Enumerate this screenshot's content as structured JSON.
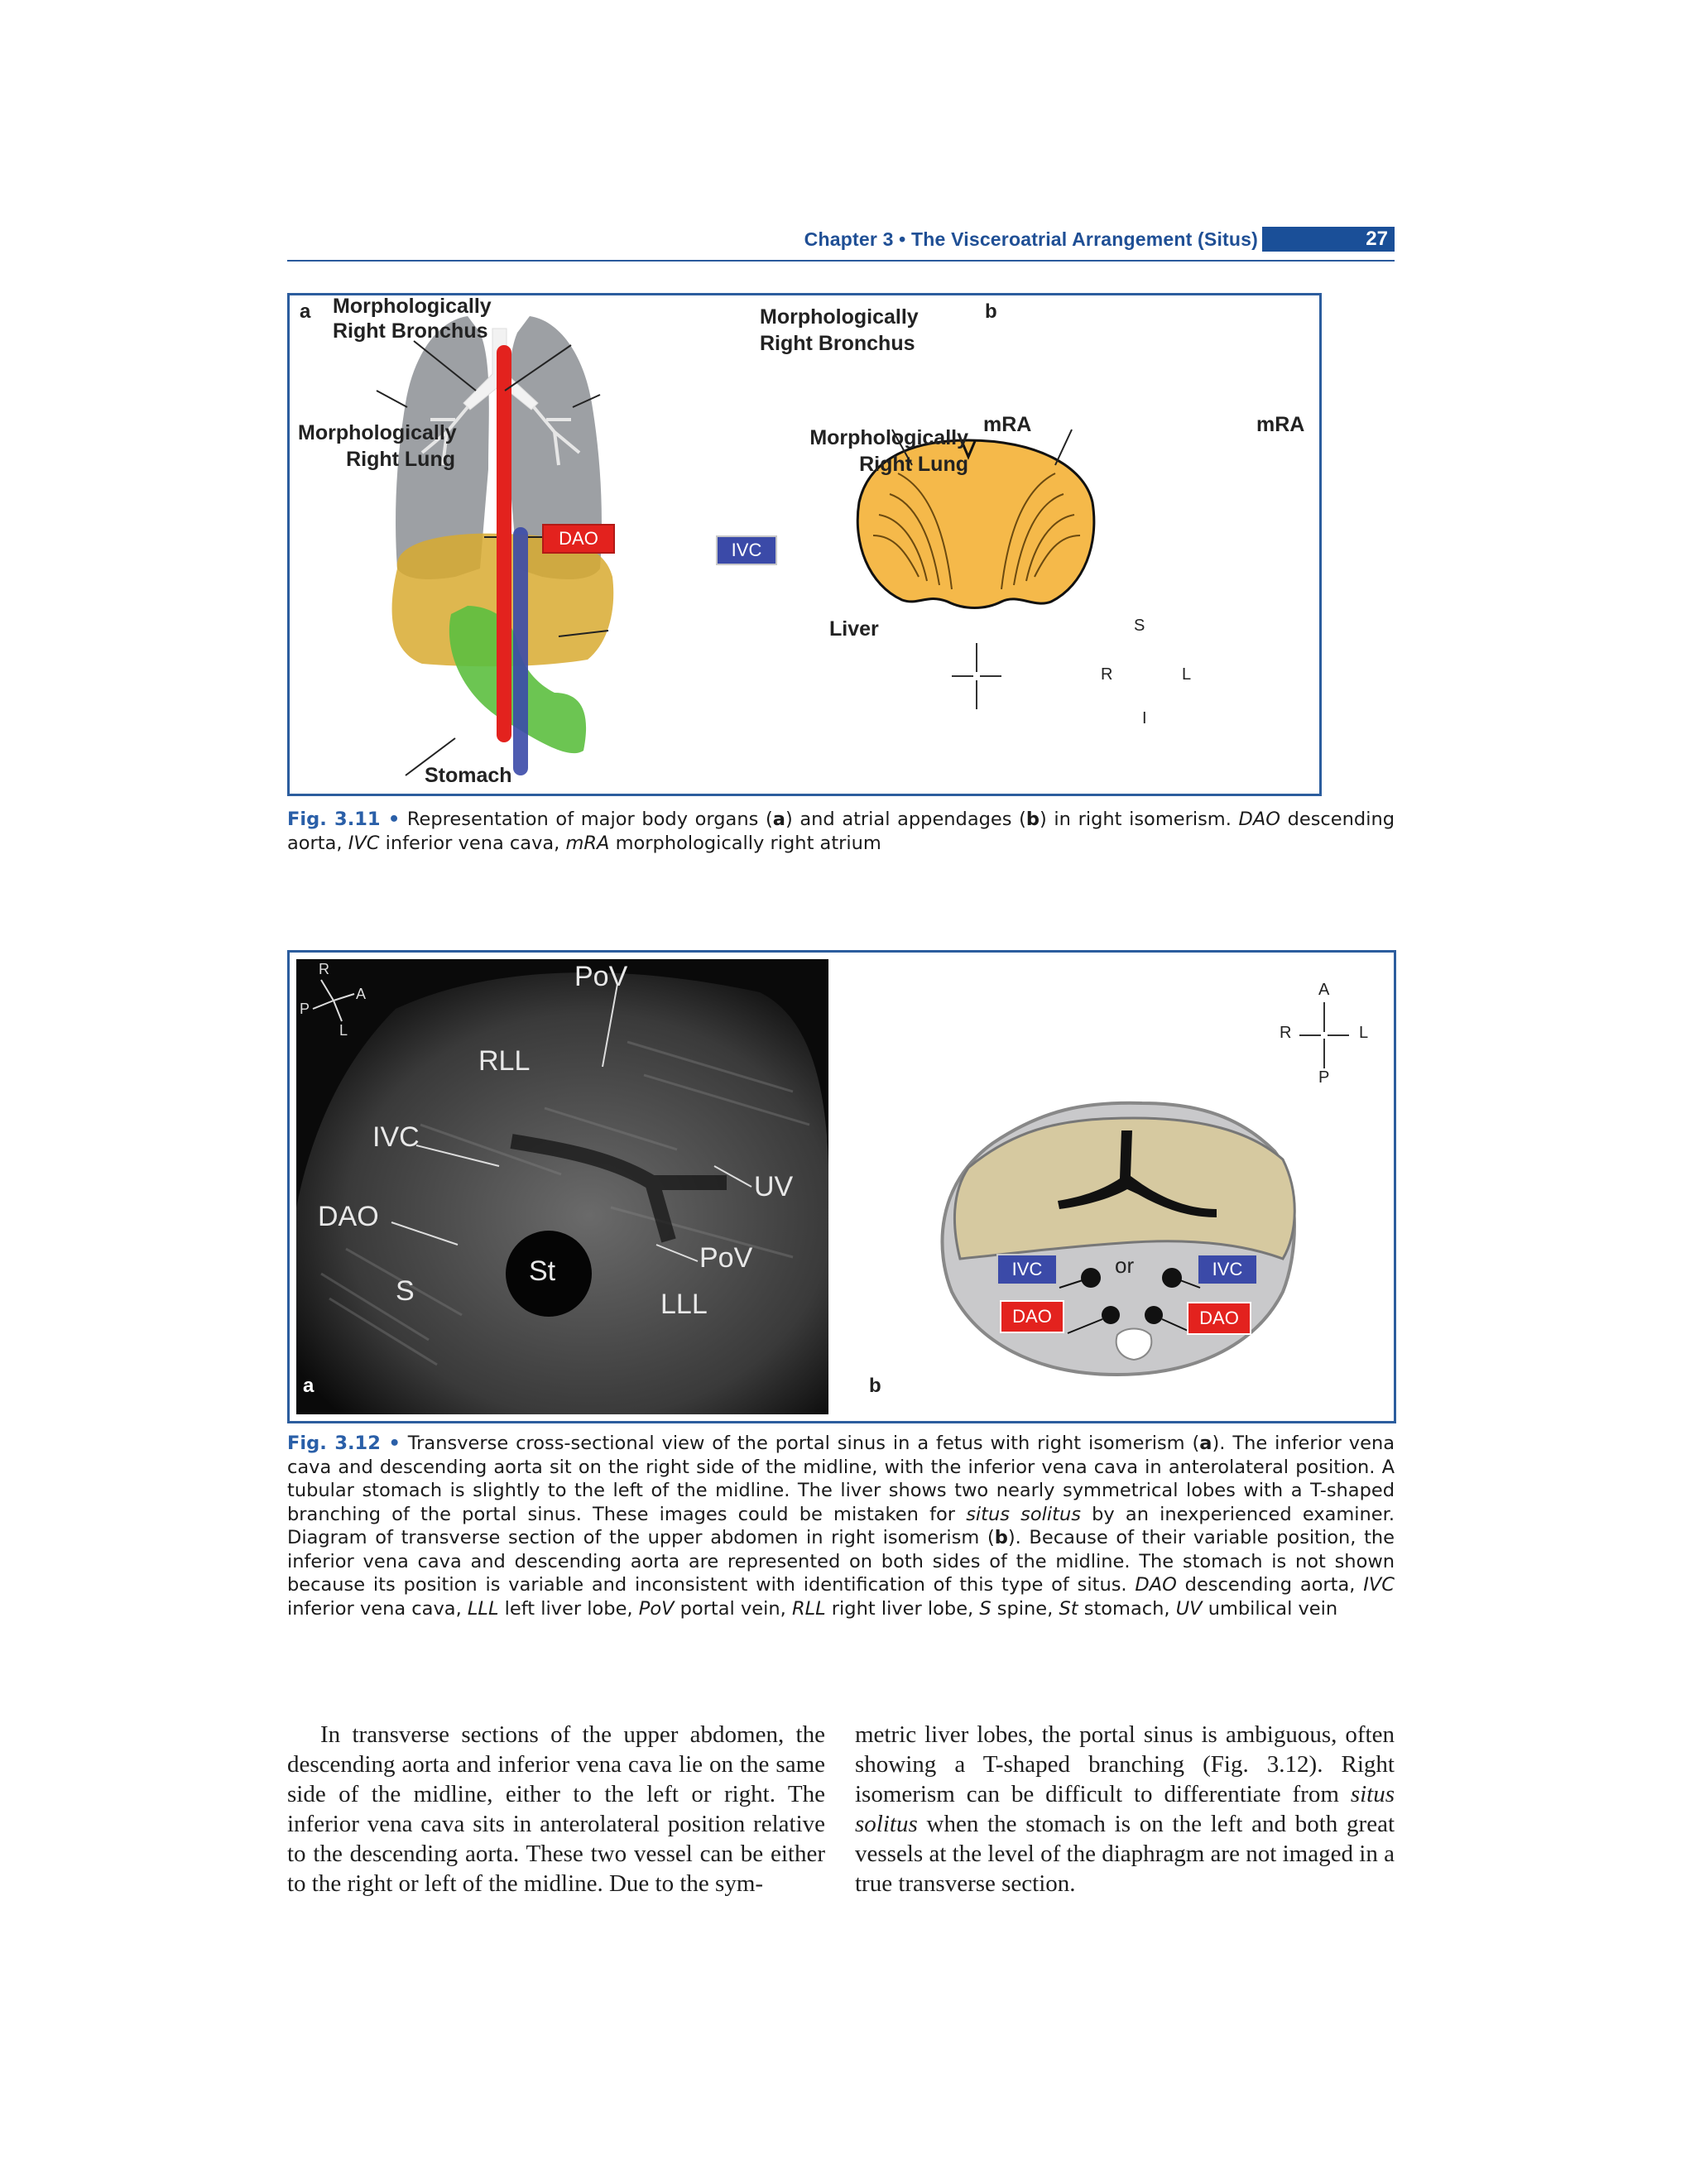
{
  "header": {
    "chapter_word": "Chapter",
    "chapter_num": "3",
    "bullet": "•",
    "chapter_title": "The Visceroatrial Arrangement (Situs)",
    "page_number": "27"
  },
  "fig311": {
    "panel_a_label": "a",
    "panel_b_label": "b",
    "bronchus_left": [
      "Morphologically",
      "Right Bronchus"
    ],
    "bronchus_right": [
      "Morphologically",
      "Right Bronchus"
    ],
    "lung_left": [
      "Morphologically",
      "Right Lung"
    ],
    "lung_right": [
      "Morphologically",
      "Right Lung"
    ],
    "dao": "DAO",
    "ivc": "IVC",
    "liver": "Liver",
    "stomach": "Stomach",
    "mra_left": "mRA",
    "mra_right": "mRA",
    "compass": {
      "top": "S",
      "left": "R",
      "right": "L",
      "bottom": "I"
    },
    "caption": {
      "fig_label": "Fig. 3.11 •",
      "t1": " Representation of major body organs (",
      "a": "a",
      "t2": ") and atrial appendages (",
      "b": "b",
      "t3": ") in right isomerism. ",
      "dao": "DAO",
      "t4": " descending aorta, ",
      "ivc": "IVC",
      "t5": " inferior vena cava, ",
      "mra": "mRA",
      "t6": " morphologically right atrium"
    }
  },
  "fig312": {
    "panel_a_label": "a",
    "panel_b_label": "b",
    "us_orient": {
      "r": "R",
      "a": "A",
      "p": "P",
      "l": "L"
    },
    "us_labels": {
      "pov_top": "PoV",
      "rll": "RLL",
      "ivc": "IVC",
      "uv": "UV",
      "dao": "DAO",
      "pov_mid": "PoV",
      "s": "S",
      "st": "St",
      "lll": "LLL"
    },
    "compass": {
      "top": "A",
      "left": "R",
      "right": "L",
      "bottom": "P"
    },
    "diagram": {
      "ivc_left": "IVC",
      "ivc_right": "IVC",
      "or": "or",
      "dao_left": "DAO",
      "dao_right": "DAO"
    },
    "caption": {
      "fig_label": "Fig. 3.12 •",
      "t1": " Transverse cross-sectional view of the portal sinus in a fetus with right isomerism (",
      "a": "a",
      "t2": "). The inferior vena cava and descending aorta sit on the right side of the midline, with the inferior vena cava in anterolateral position. A tubular stomach is slightly to the left of the midline. The liver shows two nearly symmetrical lobes with a T-shaped branching of the portal sinus. These images could be mistaken for ",
      "situs": "situs solitus",
      "t3": " by an inexperienced examiner. Diagram of transverse section of the upper abdomen in right isomerism (",
      "b": "b",
      "t4": "). Because of their variable position, the inferior vena cava and descending aorta are represented on both sides of the midline. The stomach is not shown because its position is variable and inconsistent with identification of this type of situs. ",
      "dao": "DAO",
      "t5": " descending aorta, ",
      "ivc": "IVC",
      "t6": " inferior vena cava, ",
      "lll": "LLL",
      "t7": " left liver lobe, ",
      "pov": "PoV",
      "t8": " portal vein, ",
      "rll": "RLL",
      "t9": " right liver lobe, ",
      "s": "S",
      "t10": " spine, ",
      "st": "St",
      "t11": " stomach, ",
      "uv": "UV",
      "t12": " umbilical vein"
    }
  },
  "body": {
    "col1": "In transverse sections of the upper abdomen, the descending aorta and inferior vena cava lie on the same side of the midline, either to the left or right. The inferior vena cava sits in anterolateral position relative to the descending aorta. These two vessel can be either to the right or left of the midline. Due to the sym-",
    "col2a": "metric liver lobes, the portal sinus is ambiguous, often showing a T-shaped branching (Fig. 3.12). Right isomerism can be difficult to differentiate from ",
    "col2_italic": "situs solitus",
    "col2b": " when the stomach is on the left and both great vessels at the level of the diaphragm are not imaged in a true transverse section."
  },
  "colors": {
    "accent_blue": "#1a4f98",
    "dao_red": "#e3221e",
    "ivc_blue": "#3b4aa8",
    "liver_yellow": "#d8aa30",
    "stomach_green": "#5cbf3f",
    "lung_gray": "#8c8f94",
    "atrium_orange": "#f5b94a"
  }
}
